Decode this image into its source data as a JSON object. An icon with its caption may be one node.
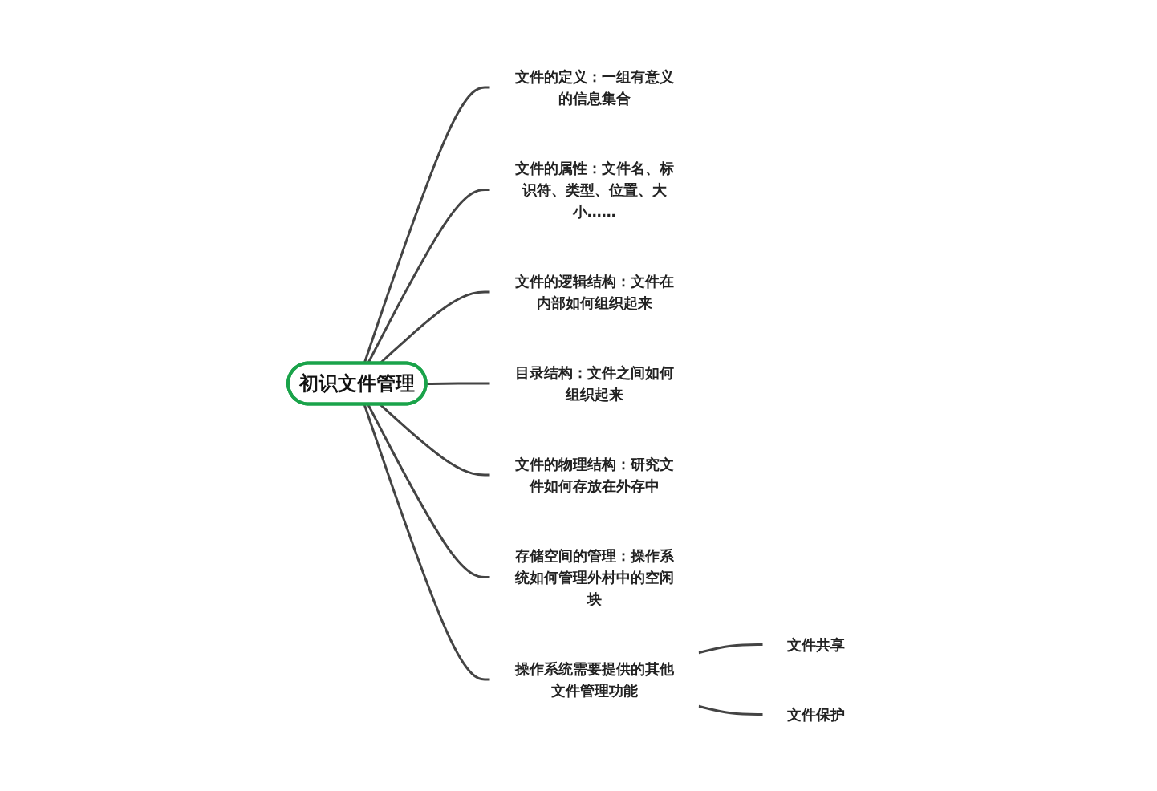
{
  "diagram": {
    "nodes": [
      {
        "text": [
          "初识文件管理"
        ]
      },
      {
        "text": [
          "文件的定义：一组有意义的信息集合"
        ]
      },
      {
        "text": [
          "文件的属性：文件名、标识符、类型、位置、大小……"
        ]
      },
      {
        "text": [
          "文件的逻辑结构：文件在内部如何组织起来"
        ]
      },
      {
        "text": [
          "目录结构：文件之间如何组织起来"
        ]
      },
      {
        "text": [
          "文件的物理结构：研究文件如何存放在外存中"
        ]
      },
      {
        "text": [
          "存储空间的管理：操作系统如何管理外村中的空闲块"
        ]
      },
      {
        "text": [
          "操作系统需要提供的其他文件管理功能"
        ]
      },
      {
        "text": [
          "文件共享"
        ]
      },
      {
        "text": [
          "文件保护"
        ]
      }
    ],
    "edges": [
      {
        "from": 0,
        "to": 1,
        "arrow": "none"
      },
      {
        "from": 0,
        "to": 2,
        "arrow": "none"
      },
      {
        "from": 0,
        "to": 3,
        "arrow": "none"
      },
      {
        "from": 0,
        "to": 4,
        "arrow": "none"
      },
      {
        "from": 0,
        "to": 5,
        "arrow": "none"
      },
      {
        "from": 0,
        "to": 6,
        "arrow": "none"
      },
      {
        "from": 0,
        "to": 7,
        "arrow": "none"
      },
      {
        "from": 7,
        "to": 8,
        "arrow": "none"
      },
      {
        "from": 7,
        "to": 9,
        "arrow": "none"
      }
    ]
  }
}
